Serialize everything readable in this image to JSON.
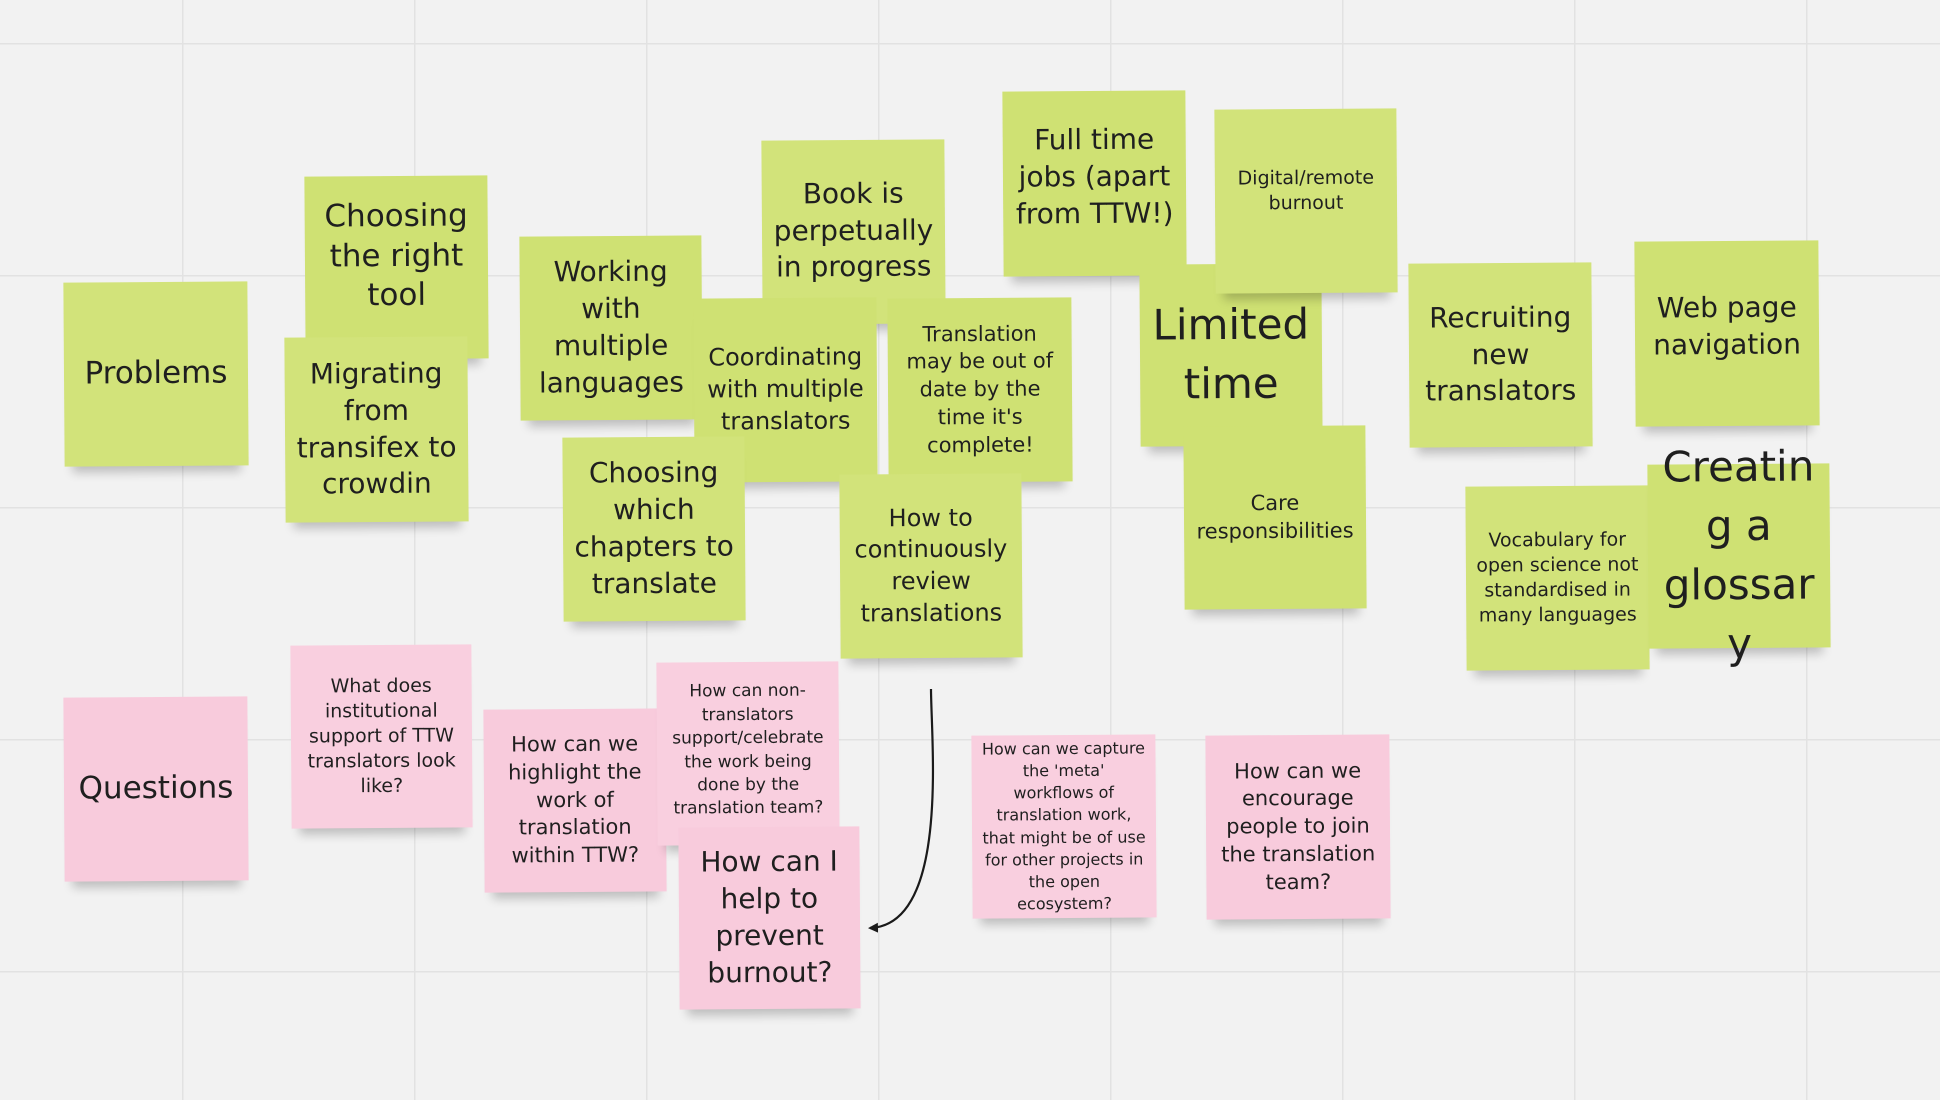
{
  "problems_label": "Problems",
  "questions_label": "Questions",
  "problem_notes": {
    "choosing_tool": "Choosing the right tool",
    "migrating": "Migrating from transifex to crowdin",
    "multiple_languages": "Working with multiple languages",
    "book_progress": "Book is perpetually in progress",
    "coordinating": "Coordinating with multiple translators",
    "choosing_chapters": "Choosing which chapters to translate",
    "out_of_date": "Translation may be out of date by the time it's complete!",
    "review": "How to continuously review translations",
    "full_time_jobs": "Full time jobs (apart from TTW!)",
    "burnout": "Digital/remote burnout",
    "limited_time": "Limited time",
    "care": "Care responsibilities",
    "recruiting": "Recruiting new translators",
    "web_nav": "Web page navigation",
    "vocabulary": "Vocabulary for open science not standardised in many languages",
    "glossary": "Creating a glossary"
  },
  "question_notes": {
    "institutional": "What does institutional support of TTW translators look like?",
    "highlight": "How can we highlight the work of translation within TTW?",
    "non_translators": "How can non-translators support/celebrate the work being done by the translation team?",
    "prevent_burnout": "How can I help to prevent burnout?",
    "meta_workflows": "How can we capture the 'meta' workflows of translation work, that might be of use for other projects in the open ecosystem?",
    "encourage": "How can we encourage people to join the translation team?"
  },
  "colors": {
    "problem_note": "#cfe173",
    "question_note": "#f8cbdc",
    "board_background": "#f2f2f2",
    "connector": "#1a1a1a"
  }
}
